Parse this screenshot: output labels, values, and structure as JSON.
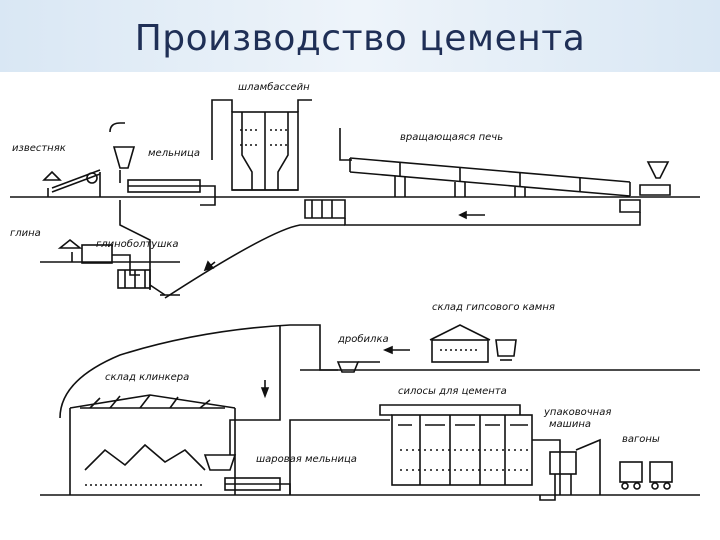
{
  "title": "Производство цемента",
  "labels": {
    "shlambassein": "шламбассейн",
    "vrash_pech": "вращающаяся печь",
    "izvestnyak": "известняк",
    "melnitsa": "мельница",
    "glina": "глина",
    "glinoboltushka": "глиноболтушка",
    "sklad_gips": "склад гипсового камня",
    "drobilka": "дробилка",
    "sklad_klinkera": "склад клинкера",
    "silosy": "силосы для цемента",
    "upakovochnaya": "упаковочная",
    "mashina": "машина",
    "vagony": "вагоны",
    "sharovaya": "шаровая мельница"
  }
}
